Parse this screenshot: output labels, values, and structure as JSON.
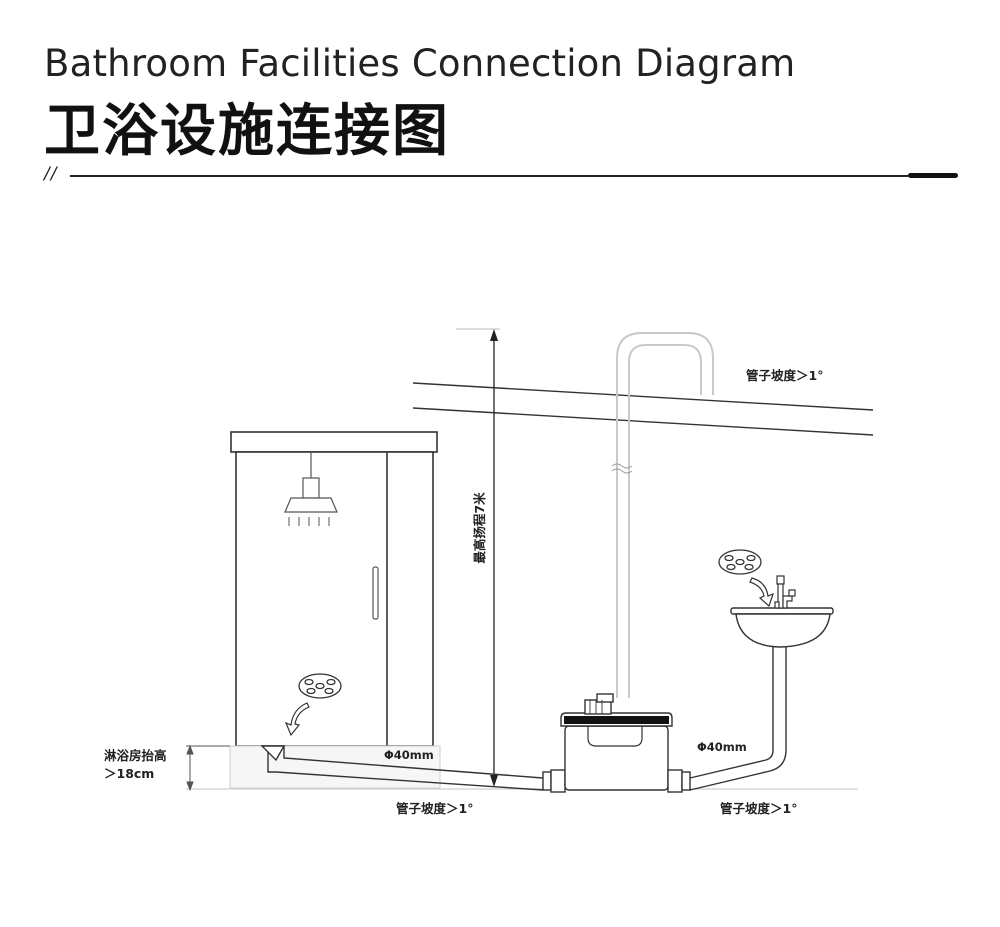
{
  "header": {
    "title_en": "Bathroom Facilities Connection Diagram",
    "title_zh": "卫浴设施连接图",
    "divider_mark": "//"
  },
  "labels": {
    "slope_top": "管子坡度＞1°",
    "slope_bottom_left": "管子坡度＞1°",
    "slope_bottom_right": "管子坡度＞1°",
    "max_head": "最高扬程7米",
    "shower_raise_line1": "淋浴房抬高",
    "shower_raise_line2": "＞18cm",
    "pipe_diameter_left": "Φ40mm",
    "pipe_diameter_right": "Φ40mm"
  },
  "icons": [
    "drain-cover-icon",
    "curved-arrow-icon",
    "shower-head-icon",
    "faucet-icon",
    "wash-basin-icon",
    "macerator-pump-icon"
  ]
}
